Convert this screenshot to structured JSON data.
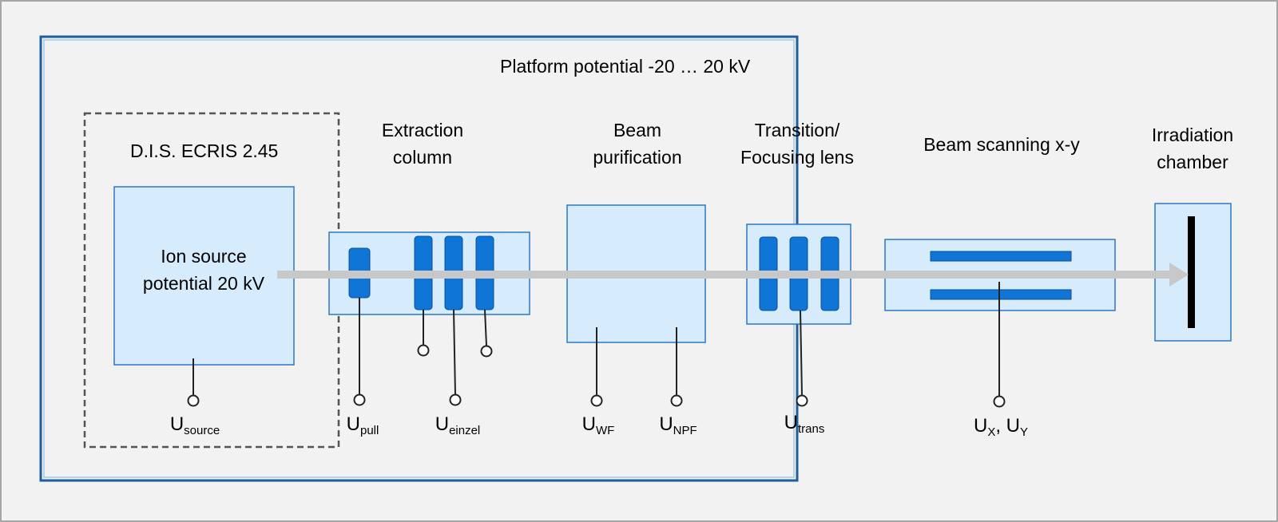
{
  "diagram": {
    "platform_label": "Platform potential -20 … 20 kV",
    "source_box_title": "D.I.S. ECRIS 2.45",
    "ion_source": {
      "line1": "Ion source",
      "line2": "potential 20 kV"
    },
    "stages": {
      "extraction": {
        "line1": "Extraction",
        "line2": "column"
      },
      "purification": {
        "line1": "Beam",
        "line2": "purification"
      },
      "transition": {
        "line1": "Transition/",
        "line2": "Focusing lens"
      },
      "scanning": {
        "line1": "Beam scanning x-y"
      },
      "chamber": {
        "line1": "Irradiation",
        "line2": "chamber"
      }
    },
    "voltages": {
      "source": {
        "u": "U",
        "sub": "source"
      },
      "pull": {
        "u": "U",
        "sub": "pull"
      },
      "einzel": {
        "u": "U",
        "sub": "einzel"
      },
      "wf": {
        "u": "U",
        "sub": "WF"
      },
      "npf": {
        "u": "U",
        "sub": "NPF"
      },
      "trans": {
        "u": "U",
        "sub": "trans"
      },
      "xy": {
        "u1": "U",
        "sub1": "X",
        "sep": ", ",
        "u2": "U",
        "sub2": "Y"
      }
    },
    "colors": {
      "background": "#f2f2f2",
      "frame": "#a6a6a6",
      "platform_border": "#1f5fa0",
      "box_fill": "#d6ecfc",
      "box_stroke": "#2d76c2",
      "electrode": "#0f75d6",
      "beam": "#c8c8c8",
      "wire": "#222222"
    },
    "icons": [
      "beam-arrow-icon",
      "terminal-icon",
      "target-plate-icon"
    ]
  }
}
